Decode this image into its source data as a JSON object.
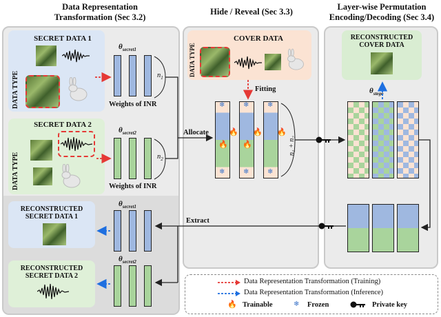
{
  "headers": {
    "left": [
      "Data Representation",
      "Transformation (Sec 3.2)"
    ],
    "middle": "Hide / Reveal (Sec 3.3)",
    "right": [
      "Layer-wise Permutation",
      "Encoding/Decoding (Sec 3.4)"
    ]
  },
  "left": {
    "secret1": "SECRET DATA 1",
    "secret2": "SECRET DATA 2",
    "data_type": "DATA TYPE",
    "theta_secret1": "θ",
    "theta_secret1_sub": "secret1",
    "theta_secret2": "θ",
    "theta_secret2_sub": "secret2",
    "weights1": "Weights of INR",
    "weights2": "Weights of INR",
    "n1": "n",
    "n1_sub": "1",
    "n2": "n",
    "n2_sub": "2",
    "recon1": [
      "RECONSTRUCTED",
      "SECRET DATA 1"
    ],
    "recon2": [
      "RECONSTRUCTED",
      "SECRET DATA 2"
    ],
    "theta_r1": "θ",
    "theta_r1_sub": "secret1",
    "theta_r2": "θ",
    "theta_r2_sub": "secret2"
  },
  "middle": {
    "cover_data": "COVER DATA",
    "data_type": "DATA TYPE",
    "fitting": "Fitting",
    "allocate": "Allocate",
    "n_sum": "n₁ + n₂",
    "extract": "Extract"
  },
  "right": {
    "recon_cover": [
      "RECONSTRUCTED",
      "COVER DATA"
    ],
    "theta_stego": "θ",
    "theta_stego_sub": "stego"
  },
  "legend": {
    "training": "Data Representation Transformation (Training)",
    "inference": "Data Representation Transformation (Inference)",
    "trainable": "Trainable",
    "frozen": "Frozen",
    "private_key": "Private key"
  },
  "colors": {
    "blue_layer": "#9fb8e0",
    "green_layer": "#a9d49c",
    "red_dashed": "#e53935",
    "blue_dashed": "#1e6fe0"
  }
}
